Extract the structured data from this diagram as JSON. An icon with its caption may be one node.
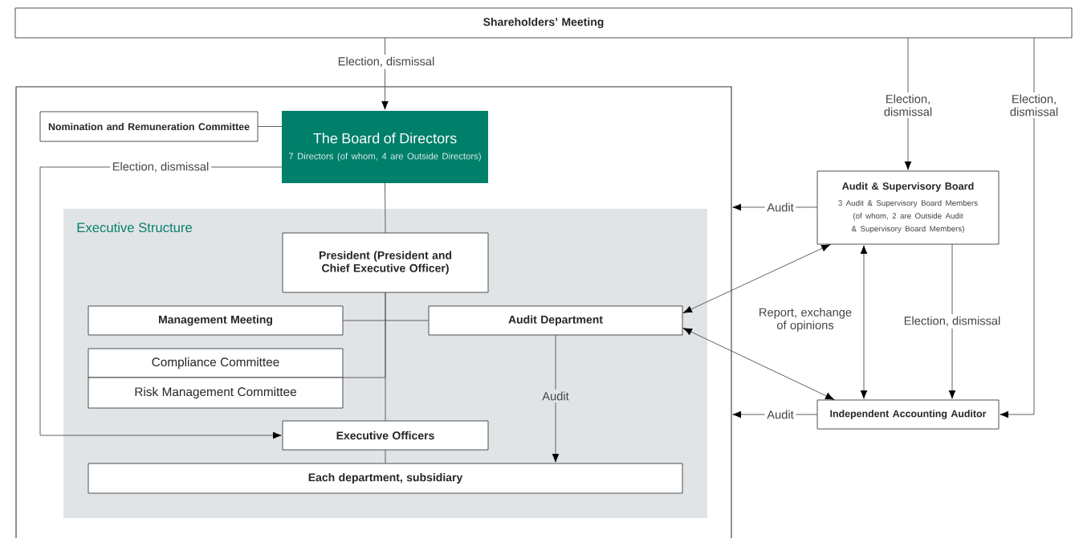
{
  "diagram": {
    "nodes": [
      {
        "text": [
          "Shareholders’ Meeting"
        ]
      },
      {
        "text": [],
        "shape": "box"
      },
      {
        "text": [
          "Nomination and Remuneration Committee"
        ],
        "in": 1
      },
      {
        "text": [
          "The Board of Directors",
          "7 Directors (of whom, 4 are Outside Directors)"
        ],
        "in": 1
      },
      {
        "text": [
          "Executive Structure"
        ],
        "in": 1
      },
      {
        "text": [
          "President (President and Chief Executive Officer)"
        ],
        "in": 4
      },
      {
        "text": [
          "Management Meeting"
        ],
        "in": 4
      },
      {
        "text": [
          "Audit Department"
        ],
        "in": 4
      },
      {
        "text": [
          "Compliance Committee"
        ],
        "in": 4
      },
      {
        "text": [
          "Risk Management Committee"
        ],
        "in": 4
      },
      {
        "text": [
          "Executive Officers"
        ],
        "in": 4
      },
      {
        "text": [
          "Each department, subsidiary"
        ],
        "in": 4
      },
      {
        "text": [
          "Audit & Supervisory Board",
          "3 Audit & Supervisory Board Members (of whom, 2 are Outside Audit & Supervisory Board Members)"
        ]
      },
      {
        "text": [
          "Independent Accounting Auditor"
        ]
      }
    ],
    "edges": [
      {
        "from": 0,
        "to": 3,
        "arrow": "to",
        "label": "Election, dismissal"
      },
      {
        "from": 0,
        "to": 12,
        "arrow": "to",
        "label": "Election, dismissal"
      },
      {
        "from": 0,
        "to": 13,
        "arrow": "to",
        "label": "Election, dismissal"
      },
      {
        "from": 2,
        "to": 3,
        "arrow": "none"
      },
      {
        "from": 3,
        "to": 10,
        "arrow": "to",
        "label": "Election, dismissal"
      },
      {
        "from": 3,
        "to": 5,
        "arrow": "none"
      },
      {
        "from": 5,
        "to": 10,
        "arrow": "none"
      },
      {
        "from": 6,
        "to": 7,
        "arrow": "none"
      },
      {
        "from": 8,
        "to": 5,
        "arrow": "none"
      },
      {
        "from": 10,
        "to": 11,
        "arrow": "none"
      },
      {
        "from": 7,
        "to": 11,
        "arrow": "to",
        "label": "Audit"
      },
      {
        "from": 12,
        "to": 7,
        "arrow": "both"
      },
      {
        "from": 13,
        "to": 7,
        "arrow": "both"
      },
      {
        "from": 13,
        "to": 12,
        "arrow": "both",
        "label": "Report, exchange of opinions"
      },
      {
        "from": 12,
        "to": 13,
        "arrow": "to",
        "label": "Election, dismissal"
      },
      {
        "from": 12,
        "to": 1,
        "arrow": "to",
        "label": "Audit"
      },
      {
        "from": 13,
        "to": 1,
        "arrow": "to",
        "label": "Audit"
      }
    ]
  }
}
